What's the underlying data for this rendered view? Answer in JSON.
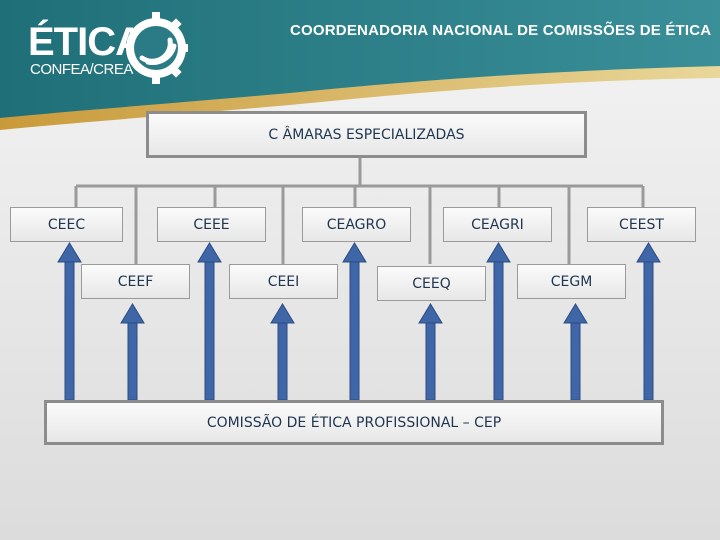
{
  "header": {
    "logo_main": "ÉTICA",
    "logo_sub": "CONFEA/CREA",
    "title": "COORDENADORIA NACIONAL DE COMISSÕES DE ÉTICA"
  },
  "diagram": {
    "top_box": "C ÂMARAS ESPECIALIZADAS",
    "nodes_row1": [
      "CEEC",
      "CEEE",
      "CEAGRO",
      "CEAGRI",
      "CEEST"
    ],
    "nodes_row2": [
      "CEEF",
      "CEEI",
      "CEEQ",
      "CEGM"
    ],
    "bottom_box": "COMISSÃO DE ÉTICA PROFISSIONAL – CEP"
  },
  "colors": {
    "header_teal": "#2f7f8a",
    "accent_gold": "#c9a44a",
    "arrow_blue": "#3f66a6",
    "connector_gray": "#9a9a9a"
  }
}
